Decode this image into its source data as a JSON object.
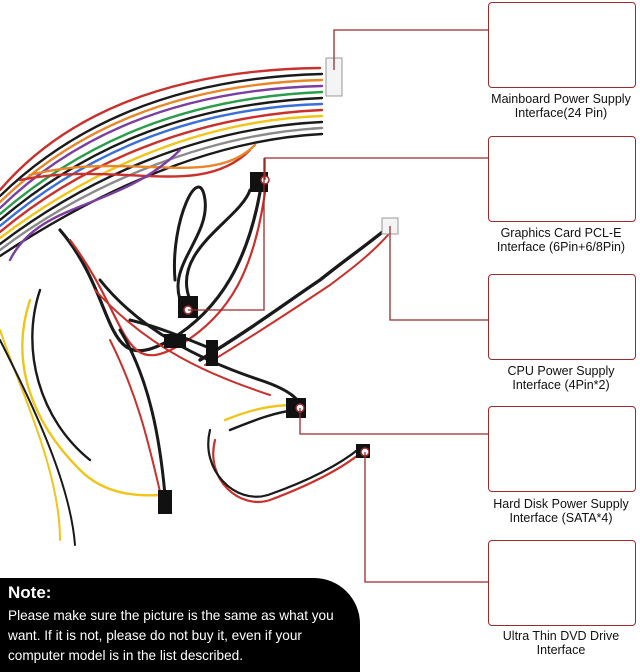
{
  "interfaces": [
    {
      "line1": "Mainboard Power Supply",
      "line2": "Interface(24 Pin)"
    },
    {
      "line1": "Graphics Card PCL-E",
      "line2": "Interface (6Pin+6/8Pin)"
    },
    {
      "line1": "CPU Power Supply",
      "line2": "Interface (4Pin*2)"
    },
    {
      "line1": "Hard Disk Power Supply",
      "line2": "Interface (SATA*4)"
    },
    {
      "line1": "Ultra Thin DVD Drive",
      "line2": "Interface"
    }
  ],
  "note": {
    "title": "Note:",
    "text": "Please make sure the picture is the same as what you want. If it is not, please do not buy it, even if your computer model is in the list described."
  },
  "colors": {
    "callout_line": "#9b2b2b",
    "note_background": "#000000",
    "wire_black": "#1a1a1a",
    "wire_red": "#c8312c",
    "wire_yellow": "#f0c419"
  }
}
